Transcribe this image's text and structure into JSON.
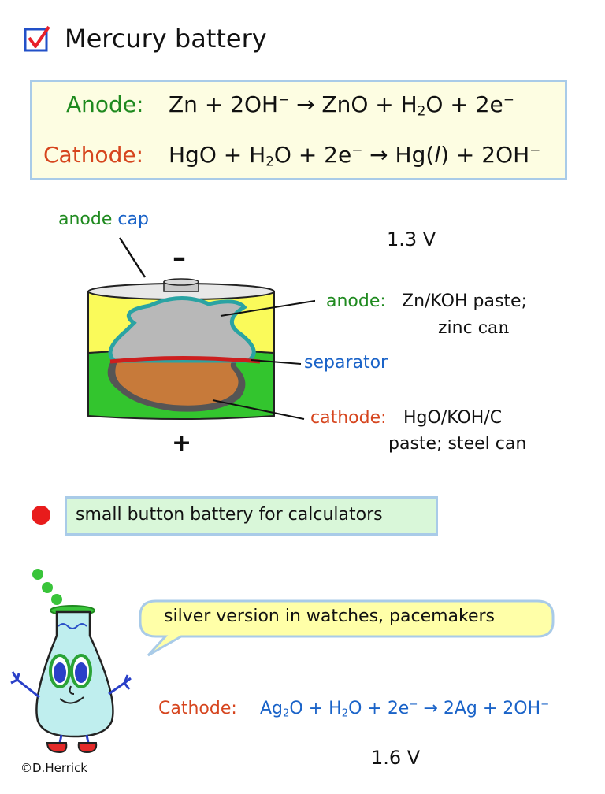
{
  "title": "Mercury battery",
  "equations": {
    "anode_label": "Anode:",
    "cathode_label": "Cathode:"
  },
  "diagram": {
    "anode_cap_word1": "anode",
    "anode_cap_word2": "cap",
    "minus_sign": "–",
    "plus_sign": "+",
    "voltage": "1.3 V",
    "anode_label": "anode:",
    "anode_desc_line1": "Zn/KOH paste;",
    "anode_desc_line2_a": "zinc",
    "anode_desc_line2_b": "can",
    "separator_label": "separator",
    "cathode_label": "cathode:",
    "cathode_desc_line1": "HgO/KOH/C",
    "cathode_desc_line2": "paste; steel can"
  },
  "button_note": "small button battery for calculators",
  "silver_note": "silver version in watches, pacemakers",
  "silver_cathode_label": "Cathode:",
  "silver_voltage": "1.6 V",
  "copyright": "©D.Herrick",
  "colors": {
    "green_text": "#1f8a1f",
    "red_text": "#d6451e",
    "blue_text": "#1a63c8",
    "box_border": "#a9cbe8",
    "equation_box_bg": "#fdfde2",
    "note_bg": "#d9f7d9",
    "speech_bg": "#ffffa8",
    "bullet": "#e81c1c"
  }
}
